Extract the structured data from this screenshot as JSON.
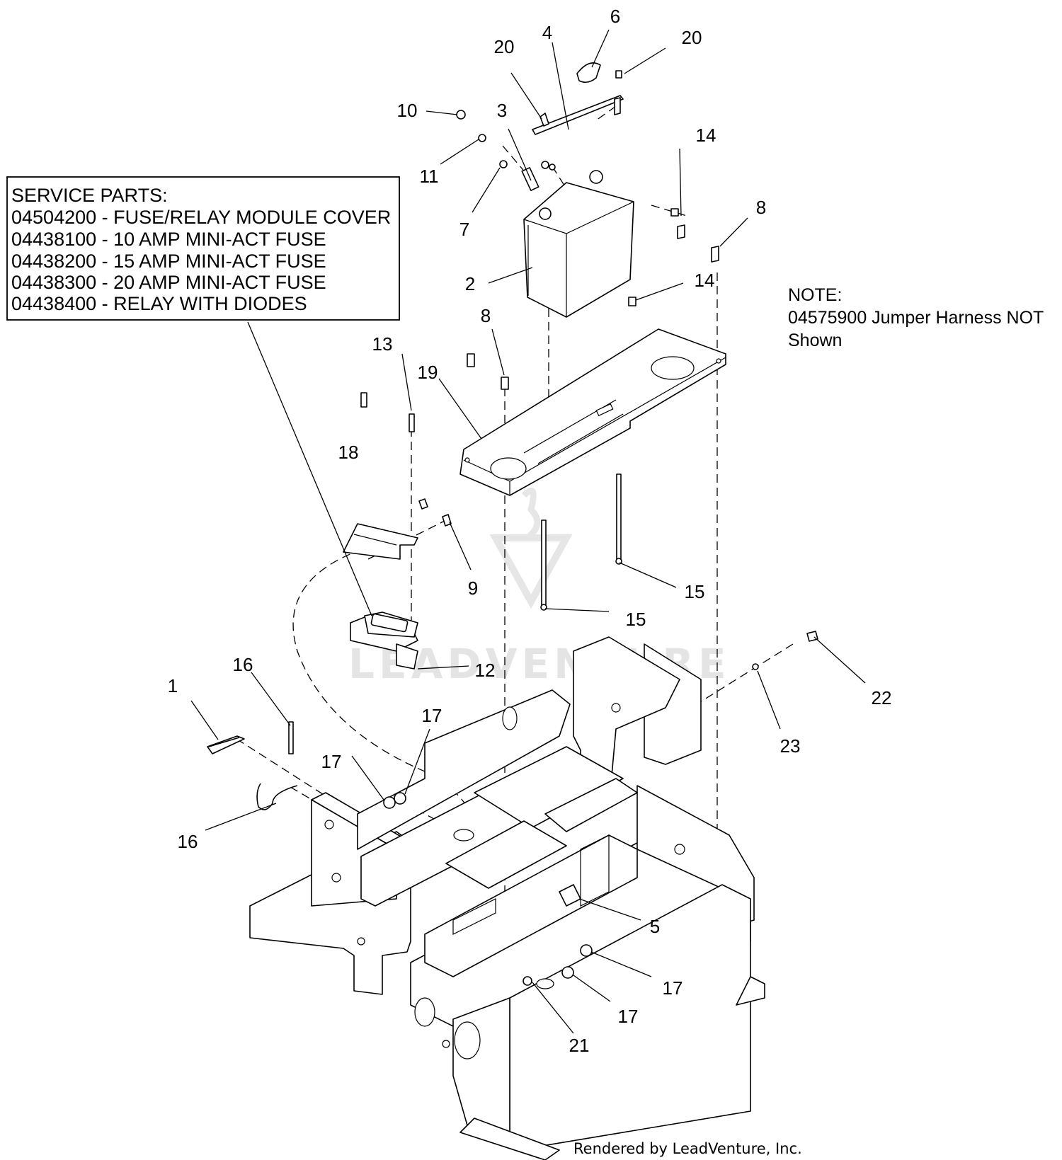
{
  "service_parts": {
    "heading": "SERVICE PARTS:",
    "items": [
      "04504200 - FUSE/RELAY MODULE COVER",
      "04438100 - 10 AMP MINI-ACT FUSE",
      "04438200 - 15 AMP MINI-ACT FUSE",
      "04438300 - 20 AMP MINI-ACT FUSE",
      "04438400 - RELAY WITH DIODES"
    ]
  },
  "note": {
    "heading": "NOTE:",
    "lines": [
      "04575900 Jumper Harness NOT",
      "Shown"
    ]
  },
  "callouts": [
    "1",
    "2",
    "3",
    "4",
    "5",
    "6",
    "7",
    "8",
    "8",
    "9",
    "10",
    "11",
    "12",
    "13",
    "14",
    "14",
    "15",
    "15",
    "16",
    "16",
    "17",
    "17",
    "17",
    "17",
    "18",
    "19",
    "20",
    "20",
    "21",
    "22",
    "23"
  ],
  "watermark": "LEADVENTURE",
  "footer": "Rendered by LeadVenture, Inc."
}
